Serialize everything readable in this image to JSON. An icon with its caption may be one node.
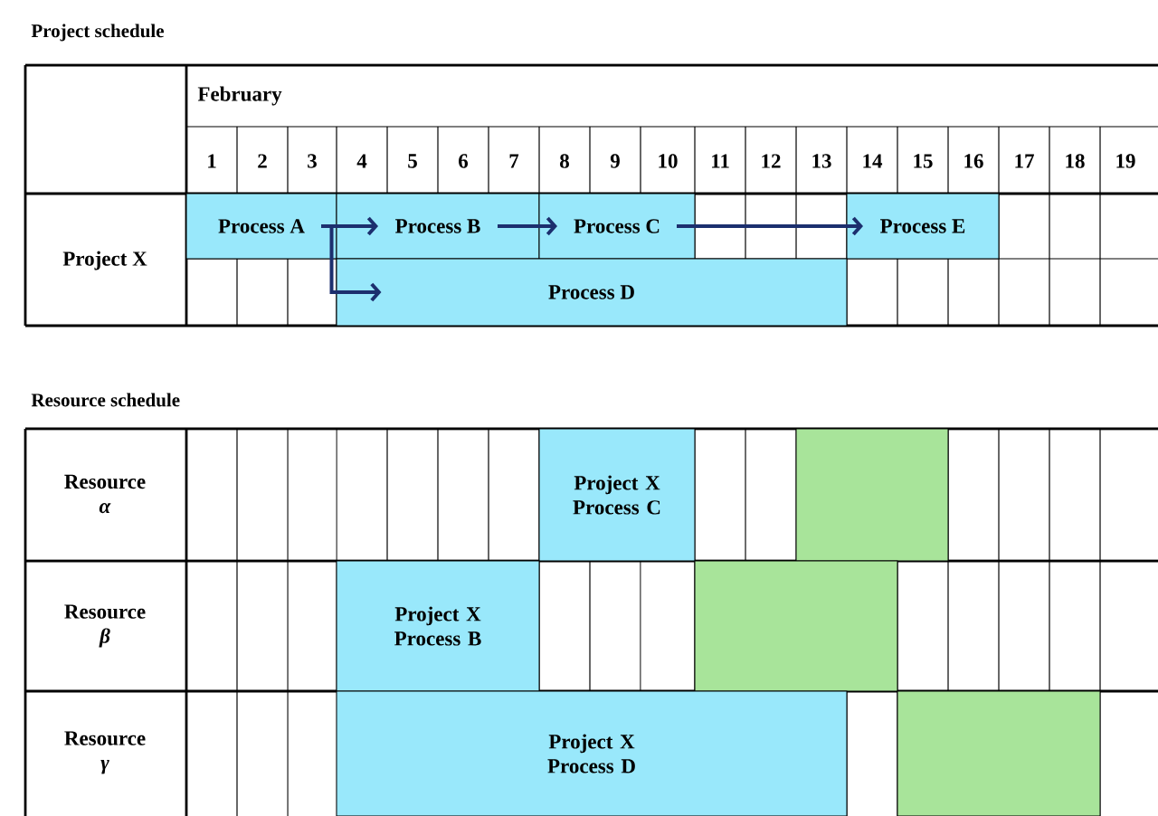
{
  "diagram": {
    "nodes": [
      {
        "text": [
          "Process A"
        ]
      },
      {
        "text": [
          "Process B"
        ]
      },
      {
        "text": [
          "Process C"
        ]
      },
      {
        "text": [
          "Process E"
        ]
      },
      {
        "text": [
          "Process D"
        ]
      },
      {
        "text": [
          "Project X Process C"
        ]
      },
      {
        "text": [],
        "shape": "bar"
      },
      {
        "text": [
          "Project X Process B"
        ]
      },
      {
        "text": [],
        "shape": "bar"
      },
      {
        "text": [
          "Project X Process D"
        ]
      },
      {
        "text": [],
        "shape": "bar"
      }
    ],
    "edges": [
      {
        "from": 0,
        "to": 1,
        "arrow": "to"
      },
      {
        "from": 0,
        "to": 4,
        "arrow": "to"
      },
      {
        "from": 1,
        "to": 2,
        "arrow": "to"
      },
      {
        "from": 2,
        "to": 3,
        "arrow": "to"
      }
    ],
    "labels": [
      "Project schedule",
      "February",
      "1",
      "2",
      "3",
      "4",
      "5",
      "6",
      "7",
      "8",
      "9",
      "10",
      "11",
      "12",
      "13",
      "14",
      "15",
      "16",
      "17",
      "18",
      "19",
      "Project X",
      "Resource schedule",
      "Resource *α*",
      "Resource *β*",
      "Resource *γ*"
    ]
  }
}
